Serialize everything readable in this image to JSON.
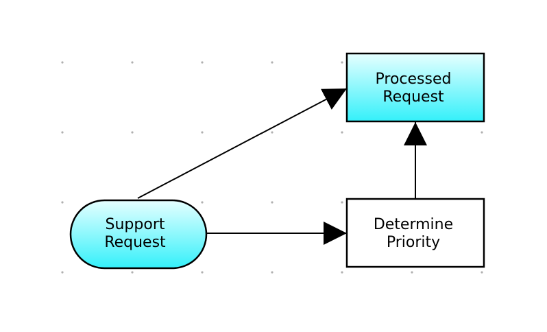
{
  "colors": {
    "node_fill_top": "#e6ffff",
    "node_fill_bottom": "#34f0fa",
    "stroke": "#000000",
    "plain_fill": "#ffffff",
    "grid_dot": "#b0b0b0"
  },
  "nodes": {
    "support_request": {
      "line1": "Support",
      "line2": "Request",
      "shape": "terminator"
    },
    "determine_priority": {
      "line1": "Determine",
      "line2": "Priority",
      "shape": "process"
    },
    "processed_request": {
      "line1": "Processed",
      "line2": "Request",
      "shape": "process"
    }
  },
  "edges": [
    {
      "from": "support_request",
      "to": "processed_request"
    },
    {
      "from": "support_request",
      "to": "determine_priority"
    },
    {
      "from": "determine_priority",
      "to": "processed_request"
    }
  ]
}
